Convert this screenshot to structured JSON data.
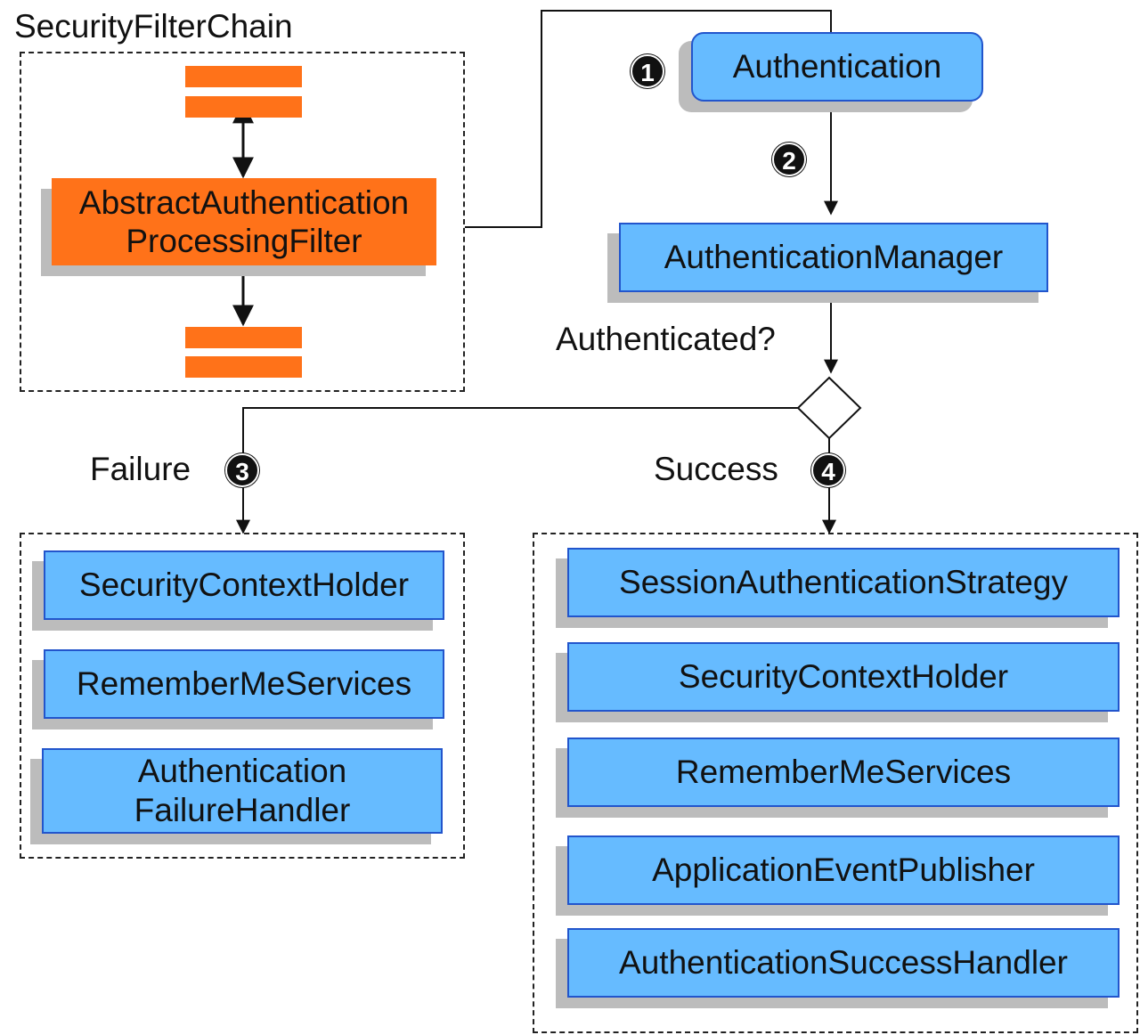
{
  "chain": {
    "title": "SecurityFilterChain",
    "filter_line1": "AbstractAuthentication",
    "filter_line2": "ProcessingFilter"
  },
  "nodes": {
    "authentication": "Authentication",
    "manager": "AuthenticationManager",
    "decision_label": "Authenticated?"
  },
  "branches": {
    "failure_label": "Failure",
    "success_label": "Success"
  },
  "steps": [
    "1",
    "2",
    "3",
    "4"
  ],
  "failure_items": [
    "SecurityContextHolder",
    "RememberMeServices",
    "Authentication",
    "FailureHandler"
  ],
  "success_items": [
    "SessionAuthenticationStrategy",
    "SecurityContextHolder",
    "RememberMeServices",
    "ApplicationEventPublisher",
    "AuthenticationSuccessHandler"
  ],
  "colors": {
    "filter": "#ff7219",
    "box_fill": "#66bbff",
    "box_border": "#2255cc",
    "shadow": "#bcbcbc"
  }
}
